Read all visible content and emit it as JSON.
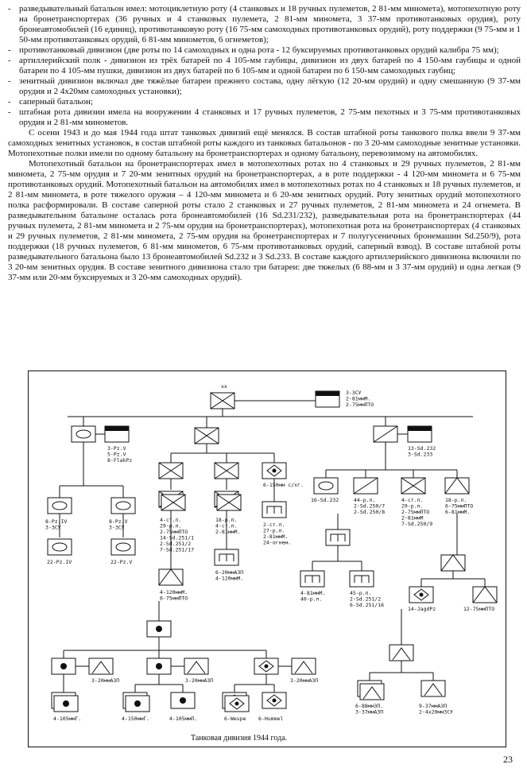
{
  "text": {
    "bullets": [
      "разведывательный батальон имел: мотоциклетную роту (4 станковых и 18 ручных пулеметов, 2 81-мм миномета), мотопехотную роту на бронетранспортерах (36 ручных и 4 станковых пулемета, 2 81-мм миномета, 3 37-мм противотанковых орудия), роту бронеавтомобилей (16 единиц), противотанковую роту (16 75-мм самоходных противотанковых орудий), роту поддержки (9 75-мм и 1 50-мм противотанковых орудий, 6 81-мм минометов, 6 огнеметов);",
      "противотанковый дивизион (две роты по 14 самоходных и одна рота - 12 буксируемых противотанковых орудий калибра 75 мм);",
      "артиллерийский полк - дивизион из трёх батарей по 4 105-мм гаубицы, дивизион из двух батарей по 4 150-мм гаубицы и одной батареи по 4 105-мм пушки, дивизион из двух батарей по 6 105-мм и одной батареи по 6 150-мм самоходных гаубиц;",
      "зенитный дивизион включал две тяжёлые батареи прежнего состава, одну лёгкую (12 20-мм орудий) и одну смешанную (9 37-мм орудия и 2 4х20мм самоходных установки);",
      "саперный батальон;",
      "штабная рота дивизии имела на вооружении 4 станковых и 17 ручных пулеметов, 2 75-мм пехотных и 3 75-мм противотанковых орудия и 2 81-мм минометов."
    ],
    "para1": "С осени 1943 и до мая 1944 года штат танковых дивизий ещё менялся. В состав штабной роты танкового полка ввели 9 37-мм самоходных зенитных установок, в состав штабной роты каждого из танковых батальонов - по 3 20-мм самоходные зенитные установки. Мотопехотные полки имели по одному батальону на бронетранспортерах и одному батальону, перевозимому на автомобилях.",
    "para2": "Мотопехотный батальон на бронетранспортерах имел в мотопехотных ротах по 4 станковых и 29 ручных пулеметов, 2 81-мм миномета, 2 75-мм орудия и 7 20-мм зенитных орудий на бронетранспортерах, а в роте поддержки - 4 120-мм миномета и 6 75-мм противотанковых орудий. Мотопехотный батальон на автомобилях имел в мотопехотных ротах по 4 станковых и 18 ручных пулеметов, и 2 81-мм миномета, в роте тяжелого оружия – 4 120-мм миномета и 6 20-мм зенитных орудий. Роту зенитных орудий мотопехотного полка расформировали. В составе саперной роты стало 2 станковых и 27 ручных пулеметов, 2 81-мм миномета и 24 огнемета. В разведывательном батальоне осталась рота бронеавтомобилей (16 Sd.231/232), разведывательная рота на бронетранспортерах (44 ручных пулемета, 2 81-мм миномета и 2 75-мм орудия на бронетранспортерах), мотопехотная рота на бронетранспортерах (4 станковых и 29 ручных пулеметов, 2 81-мм миномета, 2 75-мм орудия на бронетранспортерах и 7 полугусеничных бронемашин Sd.250/9), рота поддержки (18 ручных пулеметов, 6 81-мм минометов, 6 75-мм противотанковых орудий, саперный взвод). В составе штабной роты разведывательного батальона было 13 бронеавтомобилей Sd.232 и 3 Sd.233. В составе каждого артиллерийского дивизиона включили по 3 20-мм зенитных орудия. В составе зенитного дивизиона стало три батареи: две тяжелых (6 88-мм и 3 37-мм орудий) и одна легкая (9 37-мм или 20-мм буксируемых и 3 20-мм самоходных орудий)."
  },
  "diagram": {
    "caption": "Танковая дивизия 1944 года.",
    "hq_label": "3-ЗСУ\n2-81ммМ.\n2-75ммПТО",
    "tank_hq": "3-Pz.V\n5-Pz.V\n8-FlakPz",
    "tank_bn1": "8-Pz.IV\n3-ЗСУ",
    "tank_bn2": "8-Pz.V\n3-ЗСУ",
    "tank_co1": "22-Pz.IV",
    "tank_co2": "22-Pz.V",
    "inf1_co": "4-ст.п.\n29-р.п.\n2-75ммПТО\n14-Sd.251/1\n2-Sd.251/2\n7-Sd.251/17",
    "inf1_sup": "4-120ммМ.\n6-75ммПТО",
    "inf2_co": "18-р.п.\n4-ст.п.\n2-81ммМ.",
    "inf2_sup": "6-20ммАЗП\n4-120ммМ.",
    "gun_co": "6-150мм с/хг.",
    "eng_co": "2-ст.п.\n27-р.п.\n2-81ммМ.\n24-огнем.",
    "recon_hq": "13-Sd.232\n3-Sd.233",
    "recon_ac": "16-Sd.232",
    "recon_rc": "44-р.п.\n2-Sd.250/7\n2-Sd.250/8",
    "recon_inf": "4-ст.п.\n29-р.п.\n2-75ммПТО\n2-81ммМ\n7-Sd.250/9",
    "recon_sup": "18-р.п.\n6-75ммПТО\n6-81ммМ.",
    "eng_left": "4-81ммМ.\n40-р.п.",
    "eng_right": "45-р.п.\n2-Sd.251/2\n6-Sd.251/16",
    "at_jagd": "14-JagdPz",
    "at_pto": "12-75ммПТО",
    "aa_heavy": "6-88ммЗП.\n3-37ммАЗП",
    "aa_light": "9-37ммАЗП\n2-4х20ммЗСУ",
    "art_aa1": "3-20ммАЗП",
    "art_aa2": "3-20ммАЗП",
    "art_aa3": "3-20ммАЗП",
    "art_g1": "4-105ммГ.",
    "art_g2": "4-150ммГ.",
    "art_g3": "4-105ммП.",
    "art_wespe": "6-Wespe",
    "art_hummel": "6-Hummel"
  },
  "page_number": "23"
}
